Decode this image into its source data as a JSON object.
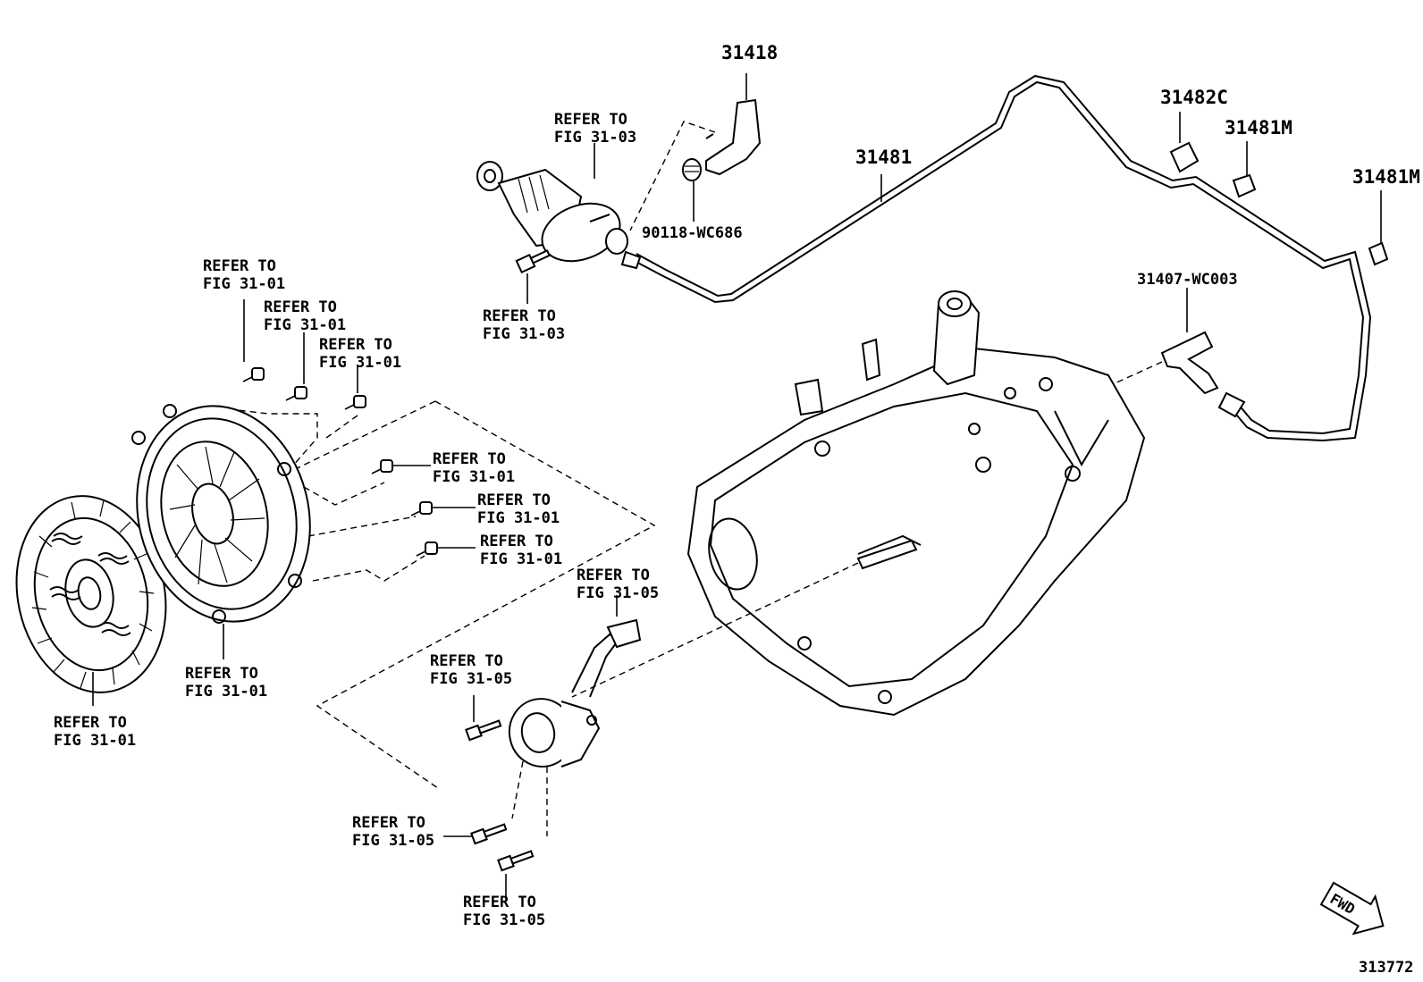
{
  "refer_to": "REFER TO",
  "callouts": [
    {
      "id": "ref_fig_31_03_top",
      "fig": "FIG 31-03"
    },
    {
      "id": "ref_fig_31_03_bolt",
      "fig": "FIG 31-03"
    },
    {
      "id": "ref_fig_31_01_a",
      "fig": "FIG 31-01"
    },
    {
      "id": "ref_fig_31_01_b",
      "fig": "FIG 31-01"
    },
    {
      "id": "ref_fig_31_01_c",
      "fig": "FIG 31-01"
    },
    {
      "id": "ref_fig_31_01_d",
      "fig": "FIG 31-01"
    },
    {
      "id": "ref_fig_31_01_e",
      "fig": "FIG 31-01"
    },
    {
      "id": "ref_fig_31_01_f",
      "fig": "FIG 31-01"
    },
    {
      "id": "ref_fig_31_01_cover",
      "fig": "FIG 31-01"
    },
    {
      "id": "ref_fig_31_01_disc",
      "fig": "FIG 31-01"
    },
    {
      "id": "ref_fig_31_05_hose",
      "fig": "FIG 31-05"
    },
    {
      "id": "ref_fig_31_05_bolt_a",
      "fig": "FIG 31-05"
    },
    {
      "id": "ref_fig_31_05_bolt_b",
      "fig": "FIG 31-05"
    },
    {
      "id": "ref_fig_31_05_bolt_c",
      "fig": "FIG 31-05"
    }
  ],
  "part_numbers": {
    "hose": "31418",
    "tube": "31481",
    "bracket": "31482C",
    "clamp_a": "31481M",
    "clamp_b": "31481M",
    "clip": "90118-WC686",
    "union": "31407-WC003"
  },
  "fwd_label": "FWD",
  "figure_number": "313772"
}
